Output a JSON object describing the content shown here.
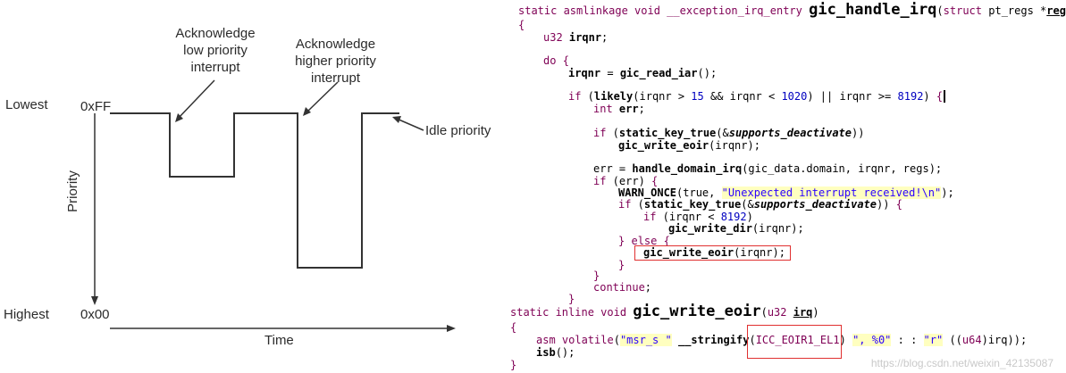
{
  "diagram": {
    "labels": {
      "lowest": "Lowest",
      "highest": "Highest",
      "hex_ff": "0xFF",
      "hex_00": "0x00",
      "priority_axis": "Priority",
      "time_axis": "Time",
      "ack_low": [
        "Acknowledge",
        "low priority",
        "interrupt"
      ],
      "ack_high": [
        "Acknowledge",
        "higher priority",
        "interrupt"
      ],
      "idle": "Idle priority"
    }
  },
  "code": {
    "lines": [
      "static asmlinkage void __exception_irq_entry gic_handle_irq(struct pt_regs *regs)",
      "{",
      "u32 irqnr;",
      "do {",
      "irqnr = gic_read_iar();",
      "if (likely(irqnr > 15 && irqnr < 1020) || irqnr >= 8192) {",
      "int err;",
      "if (static_key_true(&supports_deactivate))",
      "gic_write_eoir(irqnr);",
      "err = handle_domain_irq(gic_data.domain, irqnr, regs);",
      "if (err) {",
      "WARN_ONCE(true, \"Unexpected interrupt received!\\n\");",
      "if (static_key_true(&supports_deactivate)) {",
      "if (irqnr < 8192)",
      "gic_write_dir(irqnr);",
      "} else {",
      "gic_write_eoir(irqnr);",
      "}",
      "}",
      "continue;",
      "}",
      "static inline void gic_write_eoir(u32 irq)",
      "{",
      "asm volatile(\"msr_s \" __stringify(ICC_EOIR1_EL1) \", %0\" : : \"r\" ((u64)irq));",
      "isb();",
      "}"
    ]
  },
  "watermark": "https://blog.csdn.net/weixin_42135087"
}
